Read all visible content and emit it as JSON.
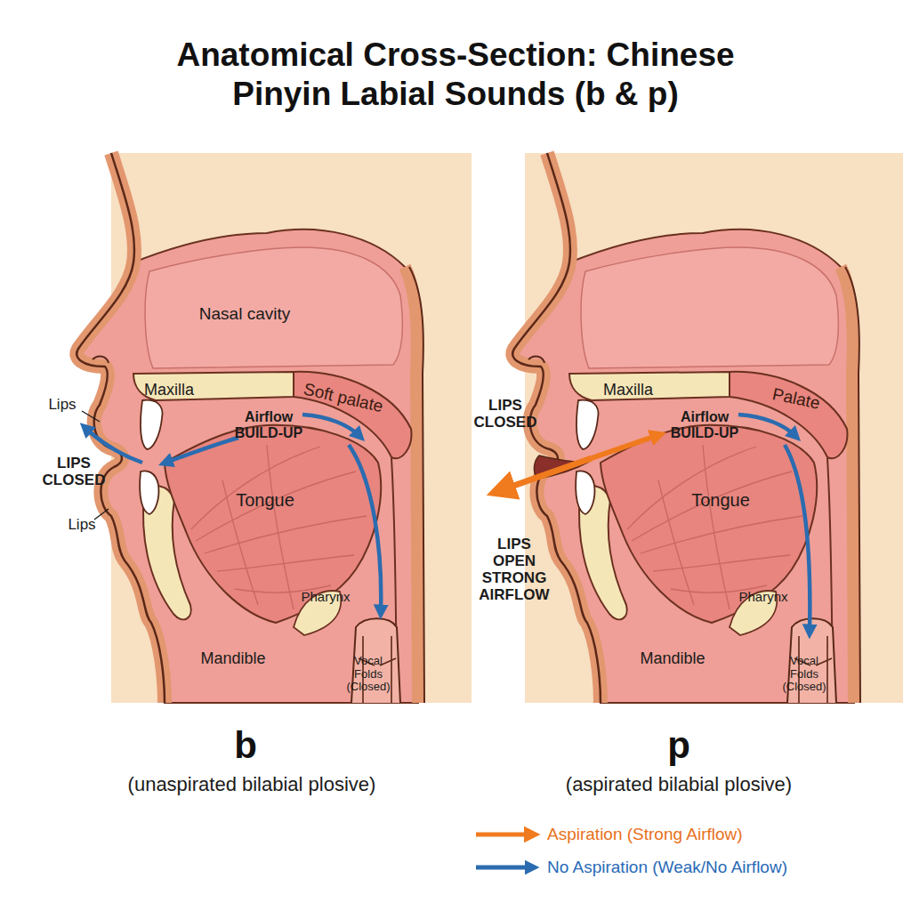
{
  "diagram": {
    "title": "Anatomical Cross-Section: Chinese Pinyin Labial Sounds (b & p)",
    "labels": [
      "Nasal cavity",
      "Maxilla",
      "Soft palate",
      "Airflow BUILD-UP",
      "Lips",
      "LIPS CLOSED",
      "Tongue",
      "Lips",
      "Pharynx",
      "Mandible",
      "Vocal Folds (Closed)",
      "LIPS CLOSED",
      "Maxilla",
      "Palate",
      "Airflow BUILD-UP",
      "Tongue",
      "LIPS OPEN STRONG AIRFLOW",
      "Pharynx",
      "Mandible",
      "Vocal Folds (Closed)",
      "b",
      "(unaspirated bilabial plosive)",
      "p",
      "(aspirated bilabial plosive)"
    ],
    "legend": [
      {
        "text": "Aspiration (Strong Airflow)"
      },
      {
        "text": "No Aspiration (Weak/No Airflow)"
      }
    ]
  }
}
